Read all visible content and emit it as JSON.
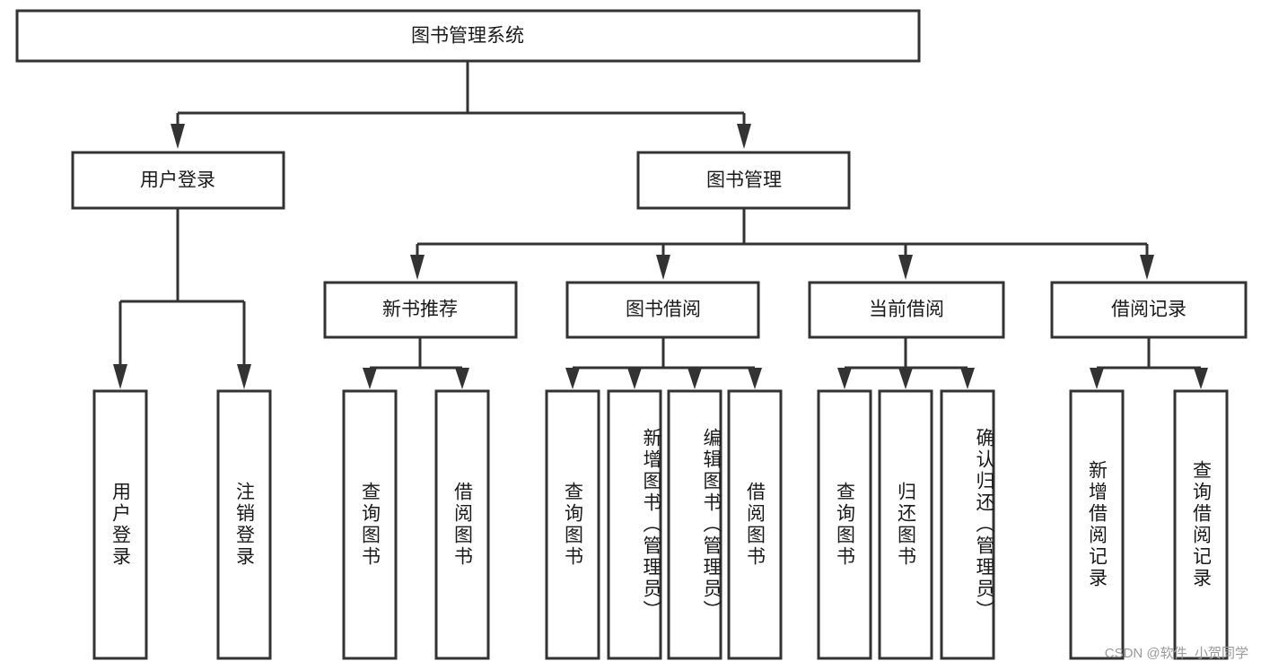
{
  "diagram": {
    "type": "tree",
    "title": "图书管理系统",
    "orientation": "top-down",
    "colors": {
      "stroke": "#333333",
      "fill": "#ffffff",
      "text": "#1a1a1a",
      "watermark": "#9a9a9a"
    },
    "root": {
      "id": "root",
      "label": "图书管理系统"
    },
    "level2": [
      {
        "id": "user-login",
        "label": "用户登录"
      },
      {
        "id": "book-manage",
        "label": "图书管理"
      }
    ],
    "level3": [
      {
        "id": "new-book-recommend",
        "label": "新书推荐",
        "parent": "book-manage"
      },
      {
        "id": "book-borrow",
        "label": "图书借阅",
        "parent": "book-manage"
      },
      {
        "id": "current-borrow",
        "label": "当前借阅",
        "parent": "book-manage"
      },
      {
        "id": "borrow-record",
        "label": "借阅记录",
        "parent": "book-manage"
      }
    ],
    "leaves": [
      {
        "id": "leaf-user-login",
        "label": "用户登录",
        "parent": "user-login"
      },
      {
        "id": "leaf-user-logout",
        "label": "注销登录",
        "parent": "user-login"
      },
      {
        "id": "leaf-query-book-1",
        "label": "查询图书",
        "parent": "new-book-recommend"
      },
      {
        "id": "leaf-borrow-book-1",
        "label": "借阅图书",
        "parent": "new-book-recommend"
      },
      {
        "id": "leaf-query-book-2",
        "label": "查询图书",
        "parent": "book-borrow"
      },
      {
        "id": "leaf-add-book",
        "label": "新增图书（管理员）",
        "parent": "book-borrow"
      },
      {
        "id": "leaf-edit-book",
        "label": "编辑图书（管理员）",
        "parent": "book-borrow"
      },
      {
        "id": "leaf-borrow-book-2",
        "label": "借阅图书",
        "parent": "book-borrow"
      },
      {
        "id": "leaf-query-book-3",
        "label": "查询图书",
        "parent": "current-borrow"
      },
      {
        "id": "leaf-return-book",
        "label": "归还图书",
        "parent": "current-borrow"
      },
      {
        "id": "leaf-confirm-return",
        "label": "确认归还（管理员）",
        "parent": "current-borrow"
      },
      {
        "id": "leaf-add-record",
        "label": "新增借阅记录",
        "parent": "borrow-record"
      },
      {
        "id": "leaf-query-record",
        "label": "查询借阅记录",
        "parent": "borrow-record"
      }
    ]
  },
  "watermark": {
    "text": "CSDN @软件_小贺同学"
  }
}
